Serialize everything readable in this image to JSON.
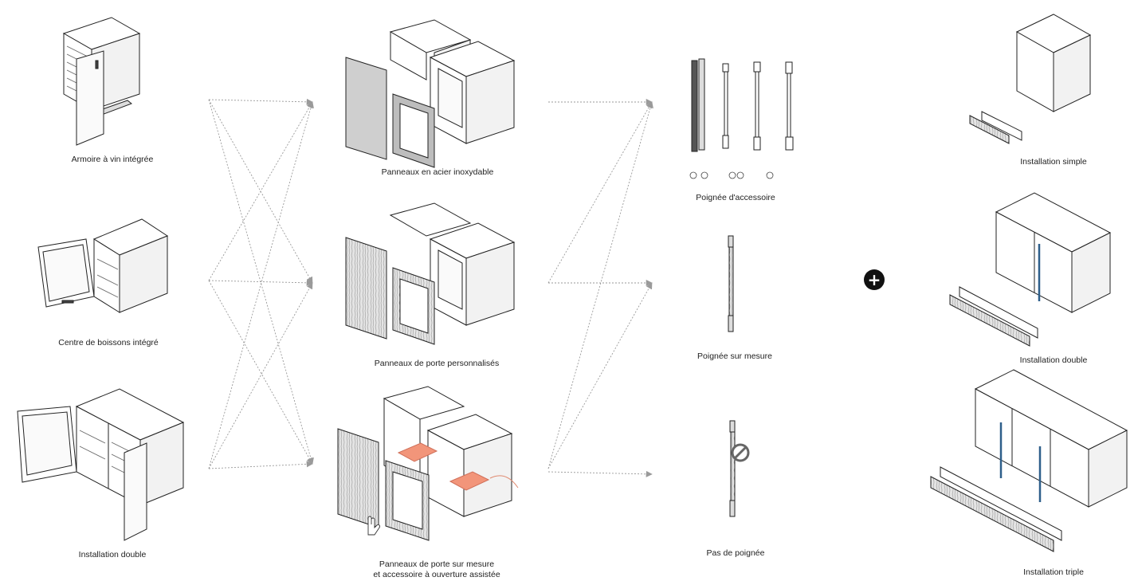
{
  "colors": {
    "line": "#222222",
    "arrow": "#9a9a9a",
    "highlight": "#f2957a",
    "dowel": "#2e5f8a"
  },
  "columns": {
    "units": {
      "items": [
        {
          "label": "Armoire à vin intégrée"
        },
        {
          "label": "Centre de boissons intégré"
        },
        {
          "label": "Installation double"
        }
      ]
    },
    "panels": {
      "items": [
        {
          "label": "Panneaux en acier inoxydable"
        },
        {
          "label": "Panneaux de porte personnalisés"
        },
        {
          "label_line1": "Panneaux de porte sur mesure",
          "label_line2": "et accessoire à ouverture assistée"
        }
      ]
    },
    "handles": {
      "items": [
        {
          "label": "Poignée d'accessoire"
        },
        {
          "label": "Poignée sur mesure"
        },
        {
          "label": "Pas de poignée"
        }
      ]
    },
    "installs": {
      "items": [
        {
          "label": "Installation simple"
        },
        {
          "label": "Installation double"
        },
        {
          "label": "Installation triple"
        }
      ]
    }
  },
  "plus_symbol": "+"
}
